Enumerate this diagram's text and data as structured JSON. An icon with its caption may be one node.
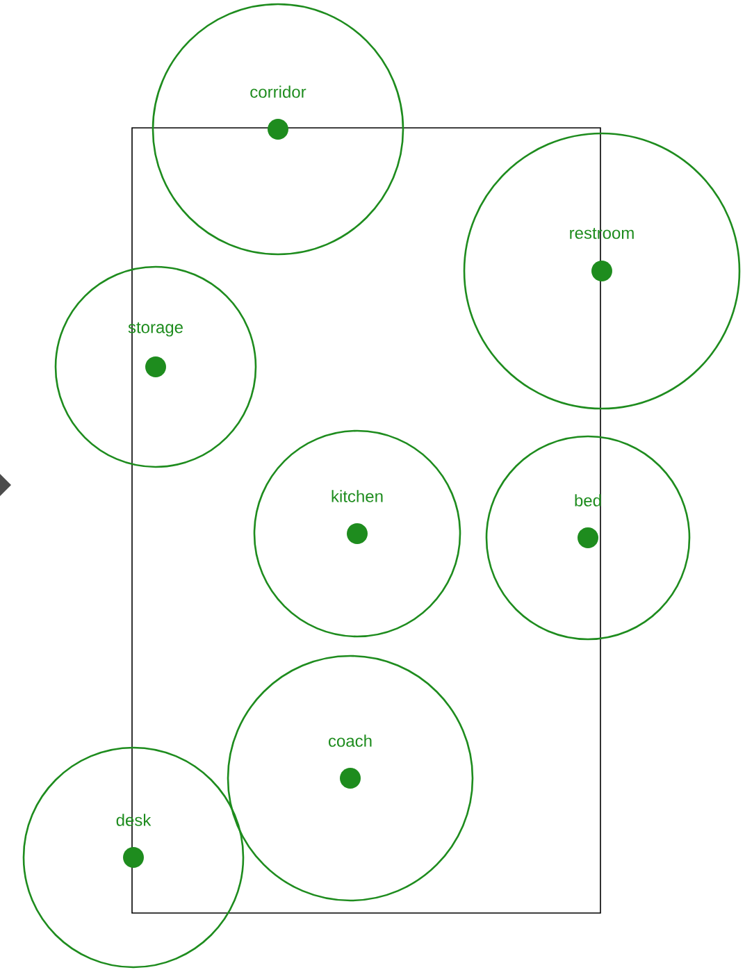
{
  "diagram": {
    "nodes": [
      {
        "text": [],
        "shape": "box"
      },
      {
        "text": [
          "corridor"
        ]
      },
      {
        "text": [
          "restroom"
        ]
      },
      {
        "text": [
          "storage"
        ]
      },
      {
        "text": [
          "kitchen"
        ],
        "in": 0
      },
      {
        "text": [
          "bed"
        ]
      },
      {
        "text": [
          "coach"
        ],
        "in": 0
      },
      {
        "text": [
          "desk"
        ]
      }
    ]
  }
}
